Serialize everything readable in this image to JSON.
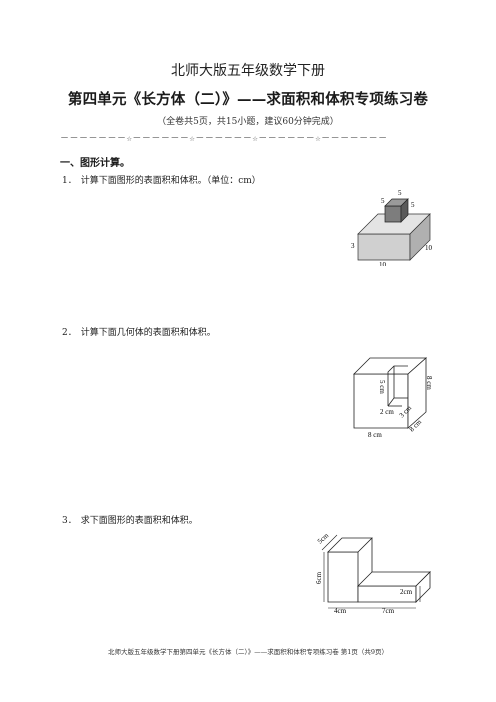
{
  "header": {
    "title": "北师大版五年级数学下册",
    "subtitle": "第四单元《长方体（二）》——求面积和体积专项练习卷",
    "note": "（全卷共5页，共15小题，建议60分钟完成）",
    "divider": "－－－－－－－☆－－－－－－☆－－－－－－☆－－－－－－☆－－－－－－－"
  },
  "section1": {
    "heading": "一、图形计算。"
  },
  "questions": [
    {
      "number": "1．",
      "text": "计算下面图形的表面积和体积。（单位：cm）",
      "figure_labels": {
        "small_top": "5",
        "small_left": "5",
        "small_right": "5",
        "height": "3",
        "depth": "10",
        "width": "10"
      }
    },
    {
      "number": "2．",
      "text": "计算下面几何体的表面积和体积。",
      "figure_labels": {
        "height": "8 cm",
        "inner_height": "5 cm",
        "inner_width": "2 cm",
        "inner_depth": "3 cm",
        "depth": "8 cm",
        "width": "8 cm"
      }
    },
    {
      "number": "3．",
      "text": "求下面图形的表面积和体积。",
      "figure_labels": {
        "top_depth": "5cm",
        "height": "6cm",
        "step_height": "2cm",
        "left_width": "4cm",
        "right_width": "7cm"
      }
    }
  ],
  "footer": {
    "text": "北师大版五年级数学下册第四单元《长方体（二）》——求面积和体积专项练习卷  第1页（共9页）"
  }
}
